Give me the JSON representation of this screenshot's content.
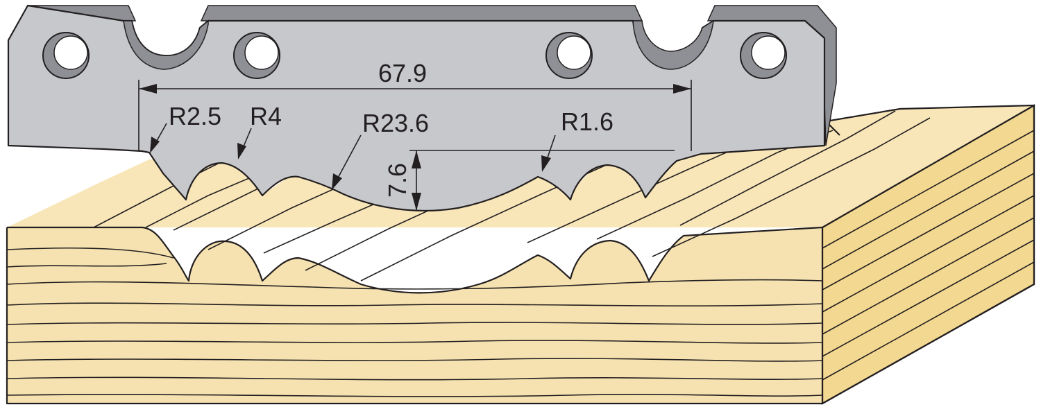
{
  "dimensions": {
    "width_label": "67.9",
    "depth_label": "7.6"
  },
  "radii": [
    {
      "id": "r1",
      "label": "R2.5"
    },
    {
      "id": "r2",
      "label": "R4"
    },
    {
      "id": "r3",
      "label": "R23.6"
    },
    {
      "id": "r4",
      "label": "R1.6"
    }
  ],
  "colors": {
    "blade_face": "#c6c8cc",
    "blade_bevel": "#8e9096",
    "blade_hole_shadow": "#7a7c82",
    "wood_face": "#f6e2b0",
    "wood_top": "#f8e6b8",
    "wood_end": "#f2d890",
    "line": "#231f20"
  }
}
